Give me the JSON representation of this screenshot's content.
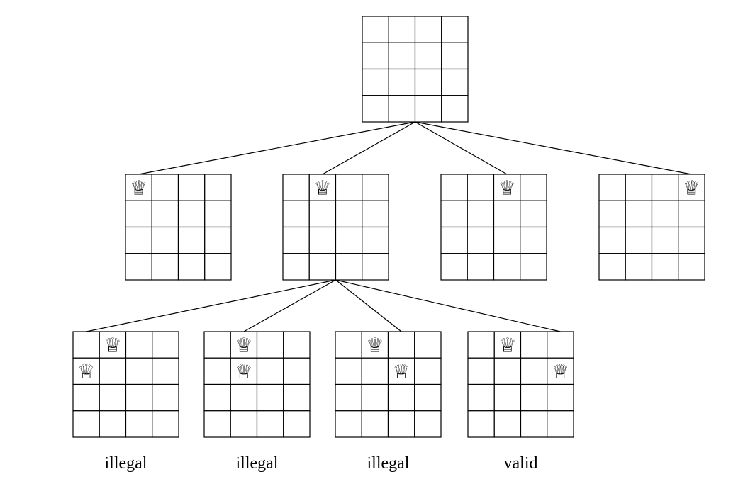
{
  "diagram": {
    "grid_size": 4,
    "queen_glyph": "♕",
    "queen_icon": "chess-queen-icon",
    "colors": {
      "line": "#000000",
      "background": "#ffffff"
    },
    "nodes": [
      {
        "id": "root",
        "level": 0,
        "queens": [],
        "label": ""
      },
      {
        "id": "q-r1c1",
        "level": 1,
        "parent": "root",
        "queens": [
          [
            0,
            0
          ]
        ],
        "label": ""
      },
      {
        "id": "q-r1c2",
        "level": 1,
        "parent": "root",
        "queens": [
          [
            0,
            1
          ]
        ],
        "label": ""
      },
      {
        "id": "q-r1c3",
        "level": 1,
        "parent": "root",
        "queens": [
          [
            0,
            2
          ]
        ],
        "label": ""
      },
      {
        "id": "q-r1c4",
        "level": 1,
        "parent": "root",
        "queens": [
          [
            0,
            3
          ]
        ],
        "label": ""
      },
      {
        "id": "q-r1c2-r2c1",
        "level": 2,
        "parent": "q-r1c2",
        "queens": [
          [
            0,
            1
          ],
          [
            1,
            0
          ]
        ],
        "label": "illegal"
      },
      {
        "id": "q-r1c2-r2c2",
        "level": 2,
        "parent": "q-r1c2",
        "queens": [
          [
            0,
            1
          ],
          [
            1,
            1
          ]
        ],
        "label": "illegal"
      },
      {
        "id": "q-r1c2-r2c3",
        "level": 2,
        "parent": "q-r1c2",
        "queens": [
          [
            0,
            1
          ],
          [
            1,
            2
          ]
        ],
        "label": "illegal"
      },
      {
        "id": "q-r1c2-r2c4",
        "level": 2,
        "parent": "q-r1c2",
        "queens": [
          [
            0,
            1
          ],
          [
            1,
            3
          ]
        ],
        "label": "valid"
      }
    ]
  }
}
